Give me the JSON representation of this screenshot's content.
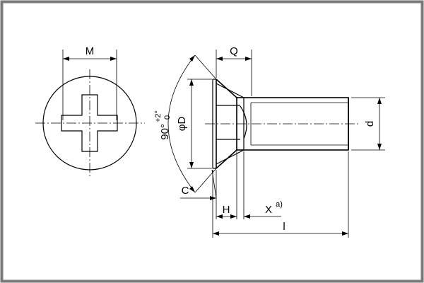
{
  "drawing": {
    "labels": {
      "M": "M",
      "Q": "Q",
      "d": "d",
      "phiD": "φD",
      "angle_main": "90°",
      "angle_plus": "+2°",
      "angle_minus": "0",
      "C": "C",
      "H": "H",
      "X": "X",
      "X_note": "a)",
      "l": "l"
    },
    "colors": {
      "frame_border": "#7a7a7a",
      "line": "#000000",
      "background": "#ffffff"
    }
  }
}
